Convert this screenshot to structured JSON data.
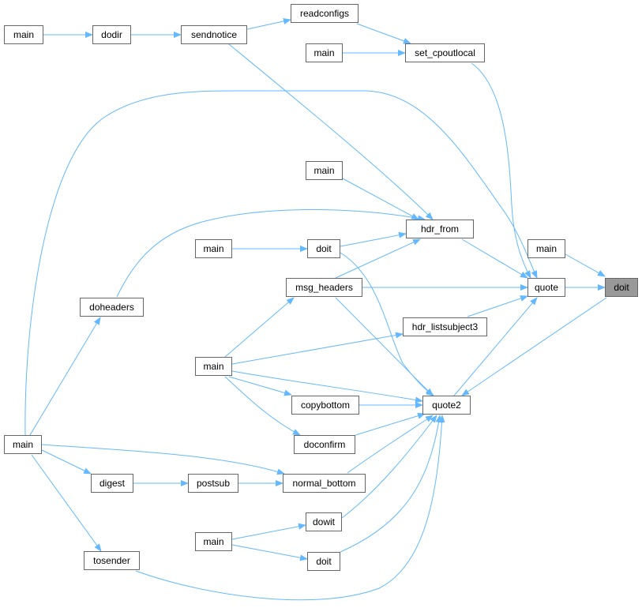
{
  "graph": {
    "type": "caller-graph",
    "colors": {
      "edge": "#63b8ff",
      "node_border": "#666666",
      "current_node_fill": "#999999"
    },
    "nodes": [
      {
        "label": "main"
      },
      {
        "label": "dodir"
      },
      {
        "label": "sendnotice"
      },
      {
        "label": "readconfigs"
      },
      {
        "label": "main"
      },
      {
        "label": "set_cpoutlocal"
      },
      {
        "label": "main"
      },
      {
        "label": "hdr_from"
      },
      {
        "label": "main"
      },
      {
        "label": "doit"
      },
      {
        "label": "main"
      },
      {
        "label": "quote"
      },
      {
        "label": "doit",
        "current": true
      },
      {
        "label": "doheaders"
      },
      {
        "label": "msg_headers"
      },
      {
        "label": "hdr_listsubject3"
      },
      {
        "label": "main"
      },
      {
        "label": "quote2"
      },
      {
        "label": "copybottom"
      },
      {
        "label": "doconfirm"
      },
      {
        "label": "main"
      },
      {
        "label": "digest"
      },
      {
        "label": "postsub"
      },
      {
        "label": "normal_bottom"
      },
      {
        "label": "dowit"
      },
      {
        "label": "main"
      },
      {
        "label": "doit"
      },
      {
        "label": "tosender"
      }
    ]
  }
}
